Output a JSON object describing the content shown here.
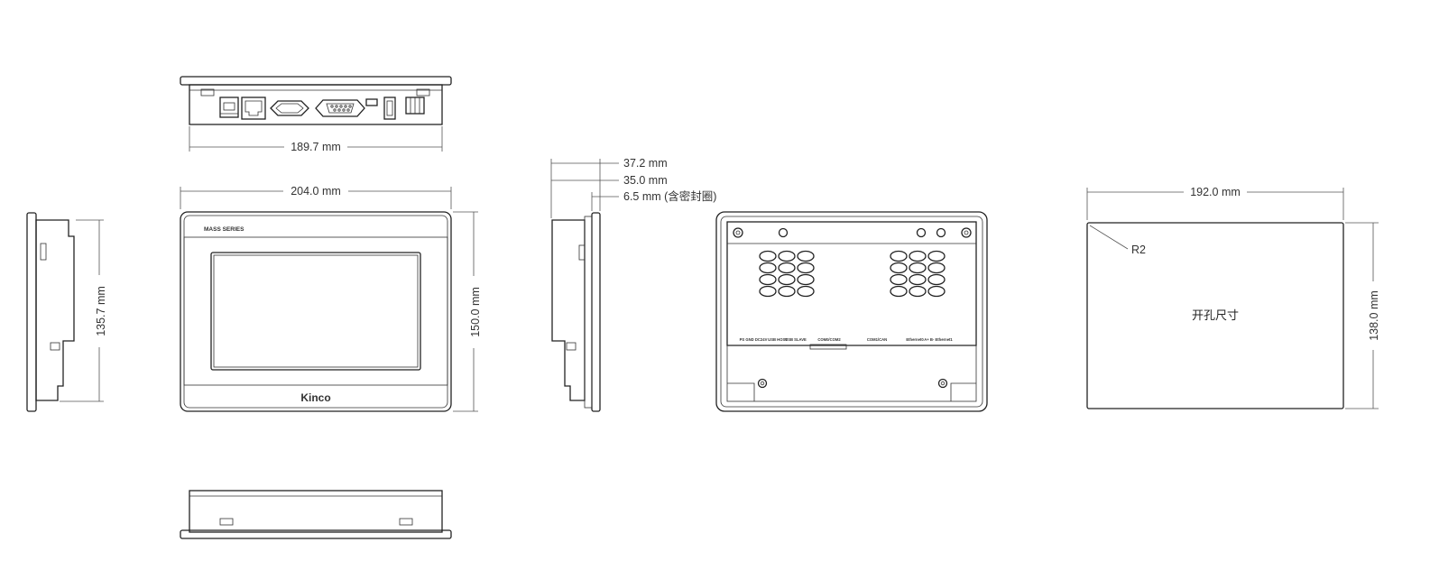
{
  "dimensions": {
    "top_width": "189.7 mm",
    "front_width": "204.0 mm",
    "front_height": "150.0 mm",
    "side_height": "135.7 mm",
    "depth_total": "37.2 mm",
    "depth_body": "35.0 mm",
    "depth_bezel": "6.5 mm (含密封圈)",
    "cutout_width": "192.0 mm",
    "cutout_height": "138.0 mm",
    "cutout_radius": "R2"
  },
  "labels": {
    "series": "MASS SERIES",
    "brand": "Kinco",
    "cutout": "开孔尺寸",
    "rear_ports": [
      "PS GND DC24V",
      "USB HOST",
      "USB SLAVE",
      "COM0/COM2",
      "COM1/CAN",
      "Ethernet0",
      "A+ B- Ethernet1"
    ]
  },
  "colors": {
    "line": "#222222",
    "dimension": "#555555",
    "background": "#ffffff"
  }
}
